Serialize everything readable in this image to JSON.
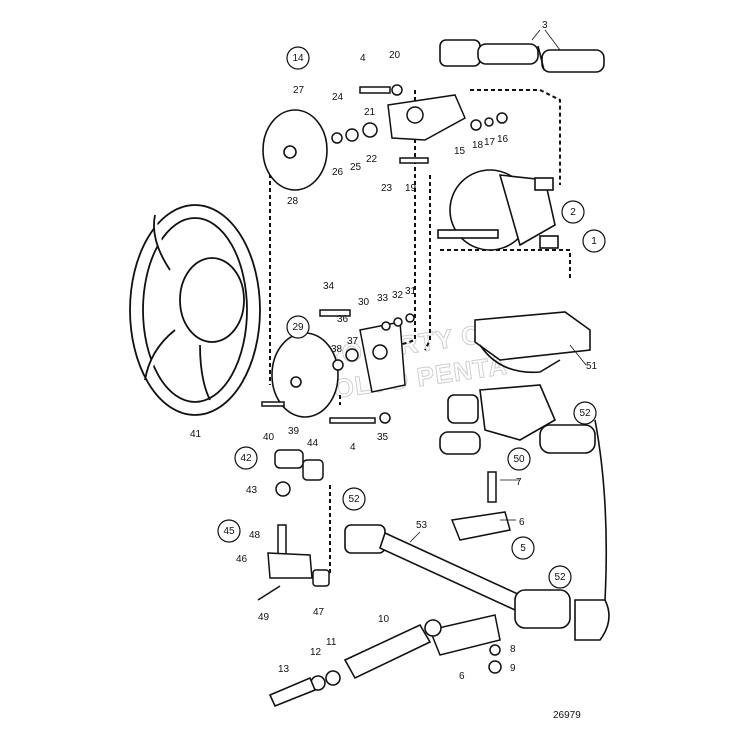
{
  "diagram": {
    "drawing_number": "26979",
    "watermark": [
      "PROPERTY OF",
      "VOLVO PENTA"
    ],
    "circled_callouts": [
      "14",
      "29",
      "42",
      "45",
      "1",
      "2",
      "50",
      "52",
      "52",
      "52",
      "5"
    ],
    "callouts": [
      "3",
      "4",
      "20",
      "24",
      "21",
      "27",
      "26",
      "25",
      "22",
      "15",
      "18",
      "17",
      "16",
      "23",
      "19",
      "28",
      "34",
      "33",
      "32",
      "31",
      "30",
      "36",
      "37",
      "38",
      "39",
      "40",
      "4",
      "35",
      "41",
      "44",
      "43",
      "48",
      "46",
      "47",
      "49",
      "7",
      "6",
      "53",
      "10",
      "11",
      "12",
      "13",
      "6",
      "8",
      "9",
      "51"
    ]
  }
}
